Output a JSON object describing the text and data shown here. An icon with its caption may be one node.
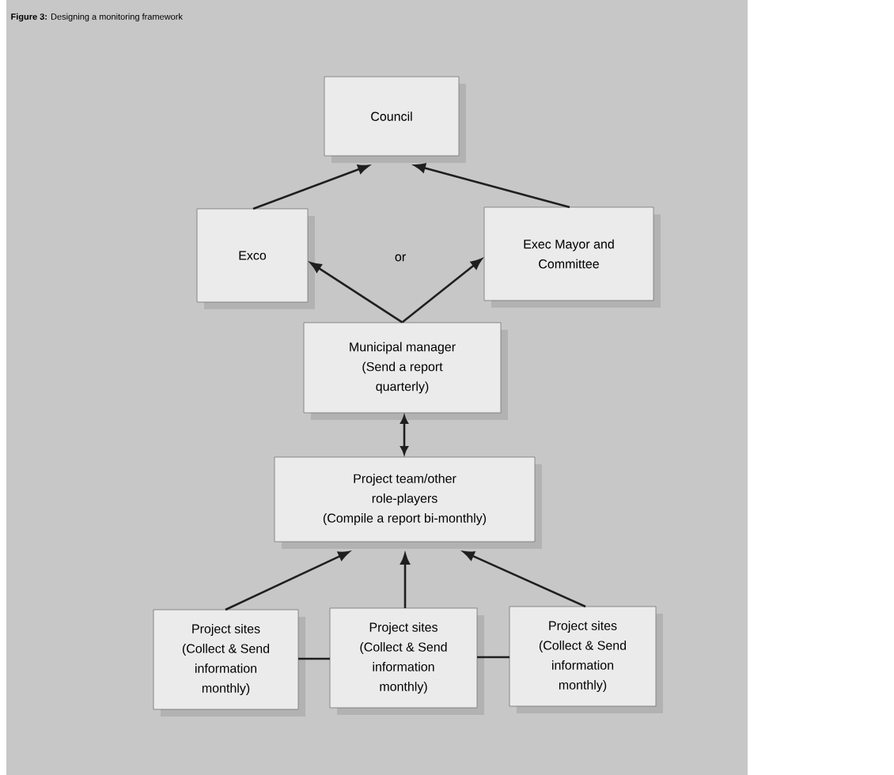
{
  "diagram": {
    "title": "**Figure 3:** Designing a monitoring framework",
    "nodes": [
      {
        "text": [
          "Council"
        ]
      },
      {
        "text": [
          "Exco"
        ]
      },
      {
        "text": [
          "Exec Mayor and Committee"
        ]
      },
      {
        "text": [
          "Municipal manager (Send a report quarterly)"
        ]
      },
      {
        "text": [
          "Project team/other role-players (Compile a report bi-monthly)"
        ]
      },
      {
        "text": [
          "Project sites (Collect & Send information monthly)"
        ]
      },
      {
        "text": [
          "Project sites (Collect & Send information monthly)"
        ]
      },
      {
        "text": [
          "Project sites (Collect & Send information monthly)"
        ]
      }
    ],
    "edges": [
      {
        "from": 1,
        "to": 0,
        "arrow": "to"
      },
      {
        "from": 2,
        "to": 0,
        "arrow": "to"
      },
      {
        "from": 3,
        "to": 1,
        "arrow": "to"
      },
      {
        "from": 3,
        "to": 2,
        "arrow": "to"
      },
      {
        "from": 3,
        "to": 4,
        "arrow": "both"
      },
      {
        "from": 5,
        "to": 4,
        "arrow": "to"
      },
      {
        "from": 6,
        "to": 4,
        "arrow": "to"
      },
      {
        "from": 7,
        "to": 4,
        "arrow": "to"
      },
      {
        "from": 5,
        "to": 6,
        "arrow": "none"
      },
      {
        "from": 6,
        "to": 7,
        "arrow": "none"
      }
    ],
    "labels": [
      "or"
    ]
  }
}
